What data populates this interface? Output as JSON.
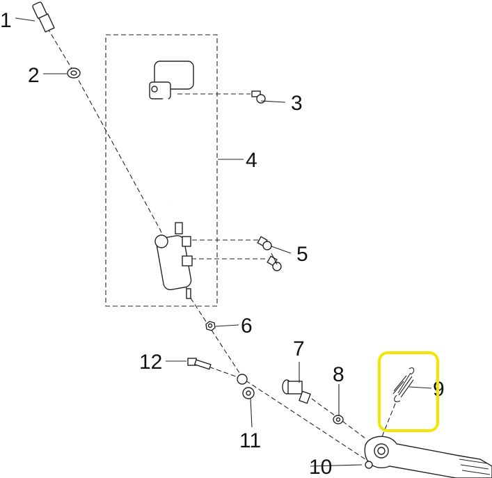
{
  "callouts": {
    "c1": "1",
    "c2": "2",
    "c3": "3",
    "c4": "4",
    "c5": "5",
    "c6": "6",
    "c7": "7",
    "c8": "8",
    "c9": "9",
    "c10": "10",
    "c11": "11",
    "c12": "12"
  },
  "highlight": {
    "target": "9",
    "color": "#f5e600"
  }
}
